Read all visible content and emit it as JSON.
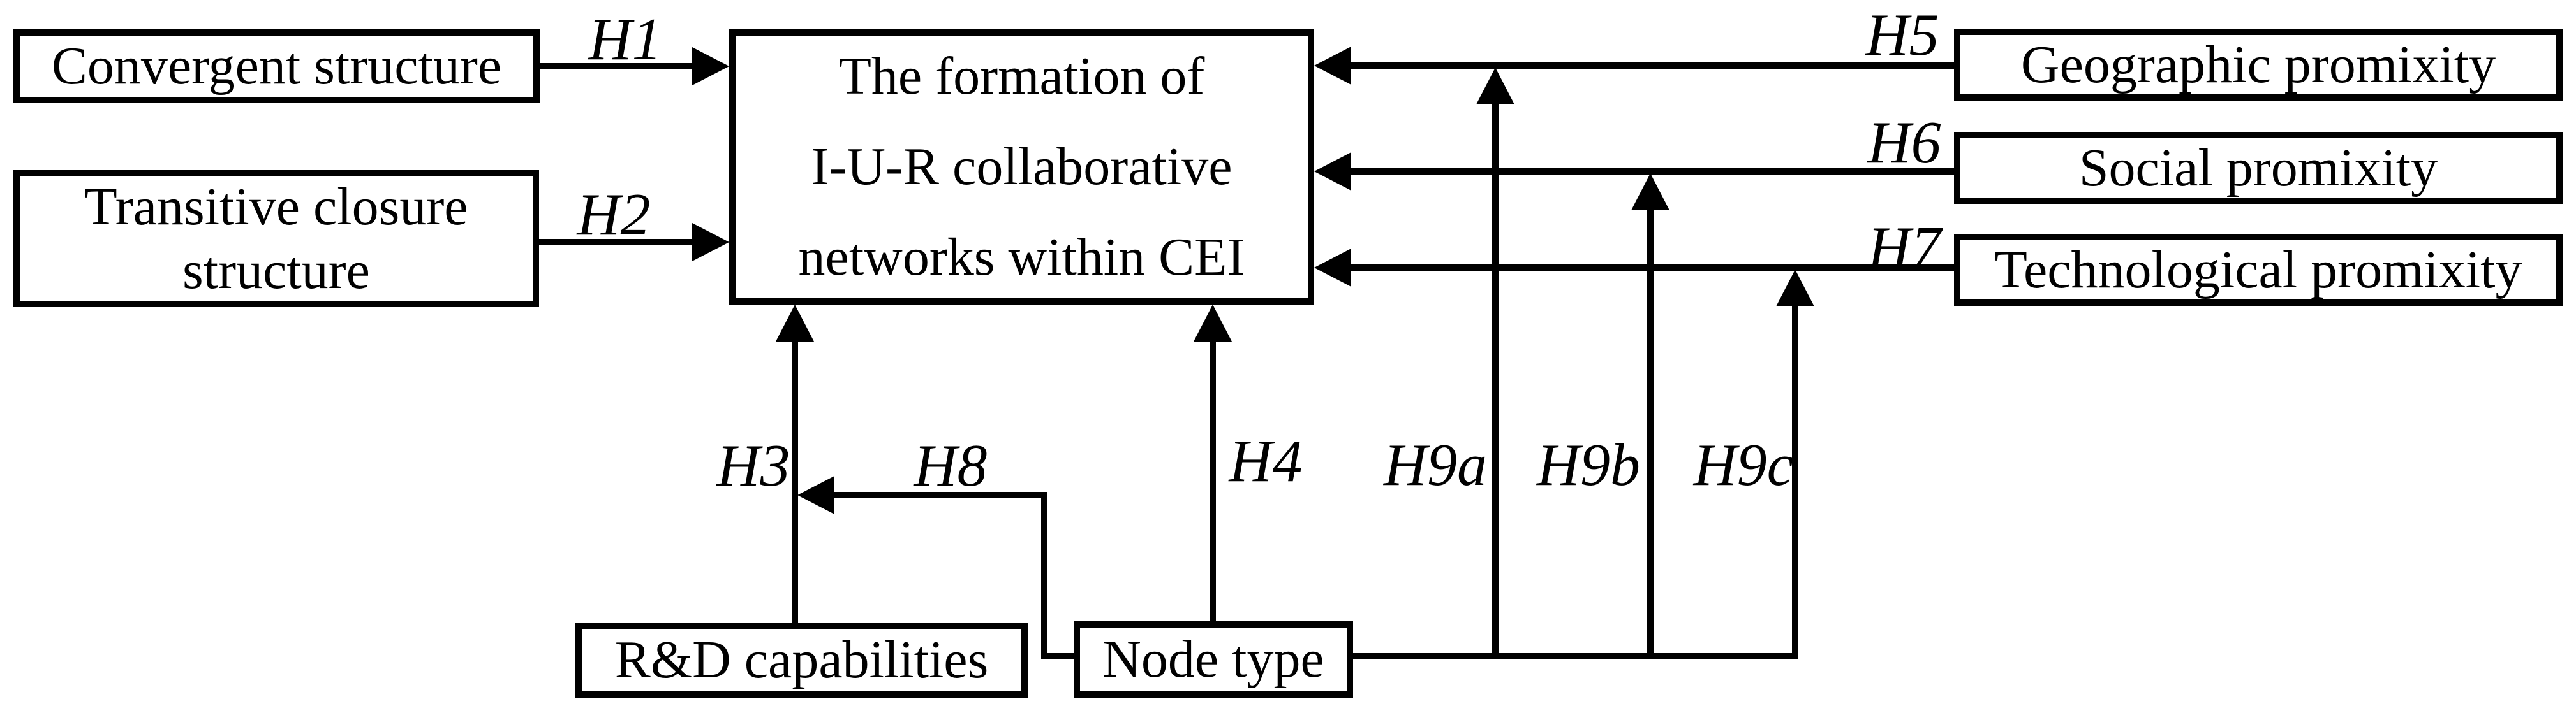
{
  "boxes": {
    "convergent": {
      "label": "Convergent structure"
    },
    "transitive": {
      "label": "Transitive closure\nstructure"
    },
    "central": {
      "label": "The formation of\nI-U-R collaborative\nnetworks within CEI"
    },
    "geographic": {
      "label": "Geographic promixity"
    },
    "social": {
      "label": "Social promixity"
    },
    "technological": {
      "label": "Technological promixity"
    },
    "rd": {
      "label": "R&D capabilities"
    },
    "node": {
      "label": "Node type"
    }
  },
  "hypotheses": {
    "h1": "H1",
    "h2": "H2",
    "h3": "H3",
    "h4": "H4",
    "h5": "H5",
    "h6": "H6",
    "h7": "H7",
    "h8": "H8",
    "h9a": "H9a",
    "h9b": "H9b",
    "h9c": "H9c"
  },
  "edges": [
    {
      "label": "H1",
      "from": "Convergent structure",
      "to": "The formation of I-U-R collaborative networks within CEI",
      "type": "direct"
    },
    {
      "label": "H2",
      "from": "Transitive closure structure",
      "to": "The formation of I-U-R collaborative networks within CEI",
      "type": "direct"
    },
    {
      "label": "H3",
      "from": "R&D capabilities",
      "to": "The formation of I-U-R collaborative networks within CEI",
      "type": "direct"
    },
    {
      "label": "H4",
      "from": "Node type",
      "to": "The formation of I-U-R collaborative networks within CEI",
      "type": "direct"
    },
    {
      "label": "H5",
      "from": "Geographic promixity",
      "to": "The formation of I-U-R collaborative networks within CEI",
      "type": "direct"
    },
    {
      "label": "H6",
      "from": "Social promixity",
      "to": "The formation of I-U-R collaborative networks within CEI",
      "type": "direct"
    },
    {
      "label": "H7",
      "from": "Technological promixity",
      "to": "The formation of I-U-R collaborative networks within CEI",
      "type": "direct"
    },
    {
      "label": "H8",
      "from": "Node type",
      "to": "H3 path",
      "type": "moderation"
    },
    {
      "label": "H9a",
      "from": "Node type",
      "to": "H5 path",
      "type": "moderation"
    },
    {
      "label": "H9b",
      "from": "Node type",
      "to": "H6 path",
      "type": "moderation"
    },
    {
      "label": "H9c",
      "from": "Node type",
      "to": "H7 path",
      "type": "moderation"
    }
  ],
  "colors": {
    "stroke": "#000000",
    "background": "#ffffff",
    "box_fill": "#ffffff"
  }
}
